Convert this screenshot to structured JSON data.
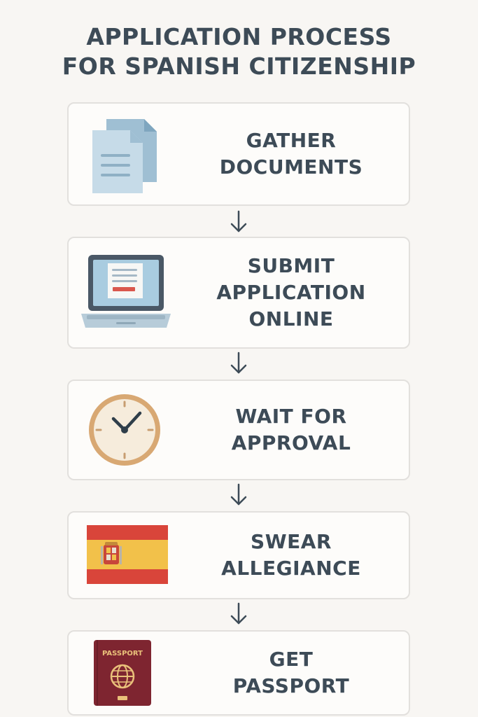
{
  "title": {
    "line1": "APPLICATION PROCESS",
    "line2": "FOR SPANISH CITIZENSHIP"
  },
  "steps": [
    {
      "lines": [
        "GATHER",
        "DOCUMENTS"
      ],
      "icon": "documents-icon"
    },
    {
      "lines": [
        "SUBMIT",
        "APPLICATION",
        "ONLINE"
      ],
      "icon": "laptop-icon"
    },
    {
      "lines": [
        "WAIT FOR",
        "APPROVAL"
      ],
      "icon": "clock-icon"
    },
    {
      "lines": [
        "SWEAR",
        "ALLEGIANCE"
      ],
      "icon": "spanish-flag-icon"
    },
    {
      "lines": [
        "GET",
        "PASSPORT"
      ],
      "icon": "passport-icon",
      "passport_text": "PASSPORT"
    }
  ],
  "colors": {
    "text": "#3d4b57",
    "card_border": "#e2e0dd",
    "background": "#f8f6f3",
    "flag_red": "#d9453a",
    "flag_yellow": "#f2c14a",
    "passport": "#7e2530",
    "clock_rim": "#d8a873"
  }
}
